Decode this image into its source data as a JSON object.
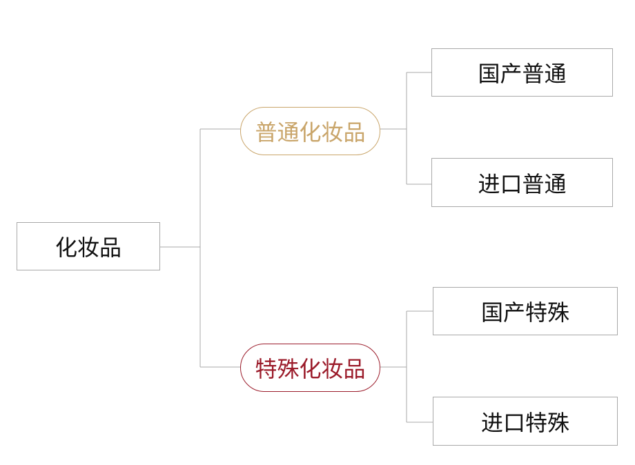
{
  "root": {
    "label": "化妆品"
  },
  "categories": [
    {
      "label": "普通化妆品",
      "color": "#c9a56a",
      "children": [
        {
          "label": "国产普通"
        },
        {
          "label": "进口普通"
        }
      ]
    },
    {
      "label": "特殊化妆品",
      "color": "#9b1b2a",
      "children": [
        {
          "label": "国产特殊"
        },
        {
          "label": "进口特殊"
        }
      ]
    }
  ],
  "connector_color": "#a8a8a8"
}
